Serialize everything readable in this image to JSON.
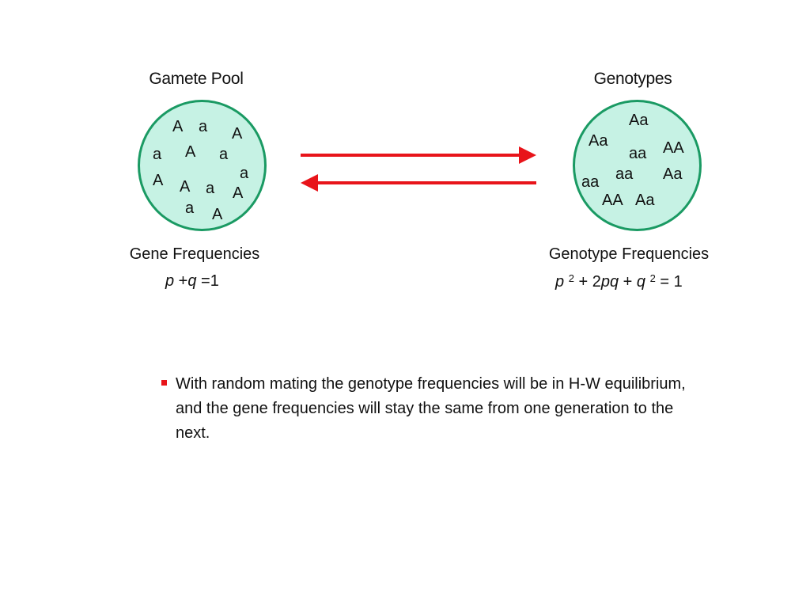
{
  "gamete_pool": {
    "title": "Gamete Pool",
    "tokens": [
      "A",
      "a",
      "A",
      "a",
      "A",
      "a",
      "a",
      "A",
      "A",
      "a",
      "A",
      "a",
      "A"
    ],
    "label": "Gene Frequencies",
    "formula": {
      "p": "p",
      "plus": " +",
      "q": "q",
      "eq": " =1"
    }
  },
  "genotypes": {
    "title": "Genotypes",
    "tokens": [
      "Aa",
      "Aa",
      "aa",
      "AA",
      "aa",
      "aa",
      "Aa",
      "AA",
      "Aa"
    ],
    "label": "Genotype Frequencies",
    "formula": {
      "p": "p",
      "exp1": "2",
      "mid": " + 2",
      "pq": "pq",
      "plus2": " + ",
      "q": "q",
      "exp2": "2",
      "end": " = 1"
    }
  },
  "arrows": {
    "color": "#e8141a"
  },
  "bullet": {
    "marker_color": "#e8141a",
    "text": "With random mating the genotype frequencies will be in H-W equilibrium, and the gene frequencies will stay the same from one generation to the next."
  }
}
